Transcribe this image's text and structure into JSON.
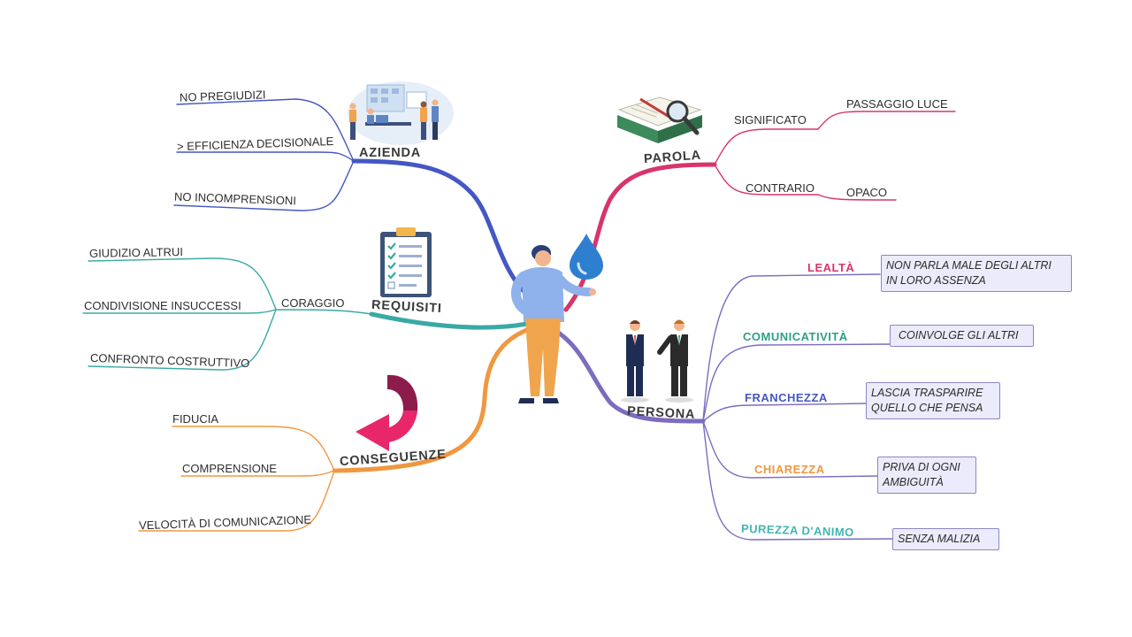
{
  "branches": {
    "azienda": {
      "label": "AZIENDA",
      "color": "#4457c4",
      "items": [
        "NO PREGIUDIZI",
        "> EFFICIENZA DECISIONALE",
        "NO INCOMPRENSIONI"
      ]
    },
    "requisiti": {
      "label": "REQUISITI",
      "color": "#3aa9a5",
      "sub": "CORAGGIO",
      "items": [
        "GIUDIZIO ALTRUI",
        "CONDIVISIONE INSUCCESSI",
        "CONFRONTO COSTRUTTIVO"
      ]
    },
    "conseguenze": {
      "label": "CONSEGUENZE",
      "color": "#ef9840",
      "items": [
        "FIDUCIA",
        "COMPRENSIONE",
        "VELOCITÀ DI COMUNICAZIONE"
      ]
    },
    "parola": {
      "label": "PAROLA",
      "color": "#d8356a",
      "significato": "SIGNIFICATO",
      "significato_item": "PASSAGGIO LUCE",
      "contrario": "CONTRARIO",
      "contrario_item": "OPACO"
    },
    "persona": {
      "label": "PERSONA",
      "color": "#7d6cbf",
      "traits": [
        {
          "label": "LEALTÀ",
          "color": "#d8356a",
          "desc": [
            "NON PARLA MALE DEGLI ALTRI",
            "IN LORO ASSENZA"
          ]
        },
        {
          "label": "COMUNICATIVITÀ",
          "color": "#2f9e86",
          "desc": [
            "COINVOLGE GLI ALTRI"
          ]
        },
        {
          "label": "FRANCHEZZA",
          "color": "#4457c4",
          "desc": [
            "LASCIA TRASPARIRE",
            "QUELLO CHE PENSA"
          ]
        },
        {
          "label": "CHIAREZZA",
          "color": "#ef9840",
          "desc": [
            "PRIVA DI OGNI",
            "AMBIGUITÀ"
          ]
        },
        {
          "label": "PUREZZA D'ANIMO",
          "color": "#3fb5b0",
          "desc": [
            "SENZA  MALIZIA"
          ]
        }
      ]
    }
  },
  "icons": [
    "office-team-icon",
    "checklist-clipboard-icon",
    "curved-arrow-icon",
    "book-magnifier-icon",
    "two-businessmen-icon",
    "water-drop-icon",
    "central-person-icon"
  ]
}
